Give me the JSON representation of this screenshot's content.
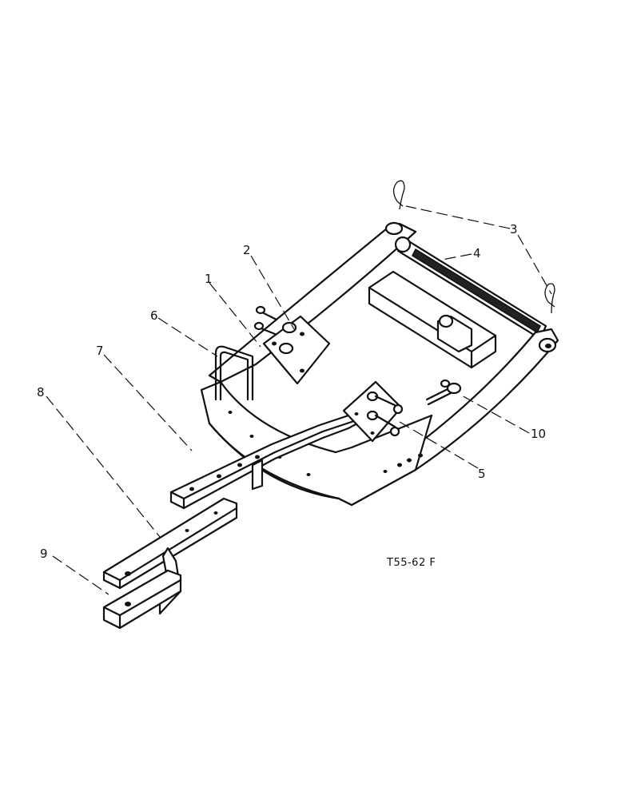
{
  "diagram": {
    "callouts": [
      {
        "id": "1",
        "label": "1"
      },
      {
        "id": "2",
        "label": "2"
      },
      {
        "id": "3",
        "label": "3"
      },
      {
        "id": "4",
        "label": "4"
      },
      {
        "id": "5",
        "label": "5"
      },
      {
        "id": "6",
        "label": "6"
      },
      {
        "id": "7",
        "label": "7"
      },
      {
        "id": "8",
        "label": "8"
      },
      {
        "id": "9",
        "label": "9"
      },
      {
        "id": "10",
        "label": "10"
      }
    ],
    "drawing_code": "T55-62 F"
  }
}
